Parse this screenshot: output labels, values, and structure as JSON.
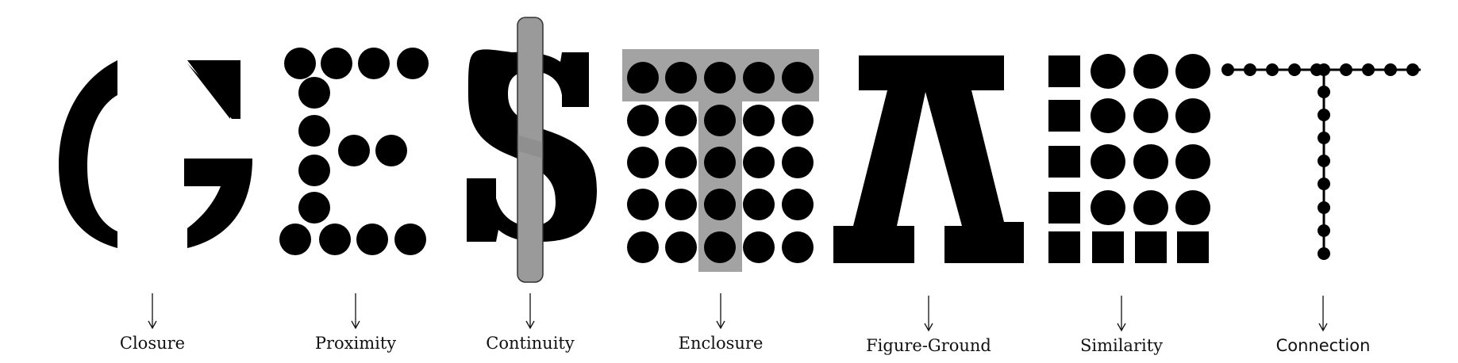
{
  "letters": [
    {
      "glyph": "G",
      "principle": "Closure"
    },
    {
      "glyph": "E",
      "principle": "Proximity"
    },
    {
      "glyph": "S",
      "principle": "Continuity"
    },
    {
      "glyph": "T",
      "principle": "Enclosure"
    },
    {
      "glyph": "A",
      "principle": "Figure-Ground"
    },
    {
      "glyph": "L",
      "principle": "Similarity"
    },
    {
      "glyph": "T",
      "principle": "Connection"
    }
  ],
  "colors": {
    "ink": "#000000",
    "gray": "#9a9a9a",
    "background": "#ffffff"
  }
}
